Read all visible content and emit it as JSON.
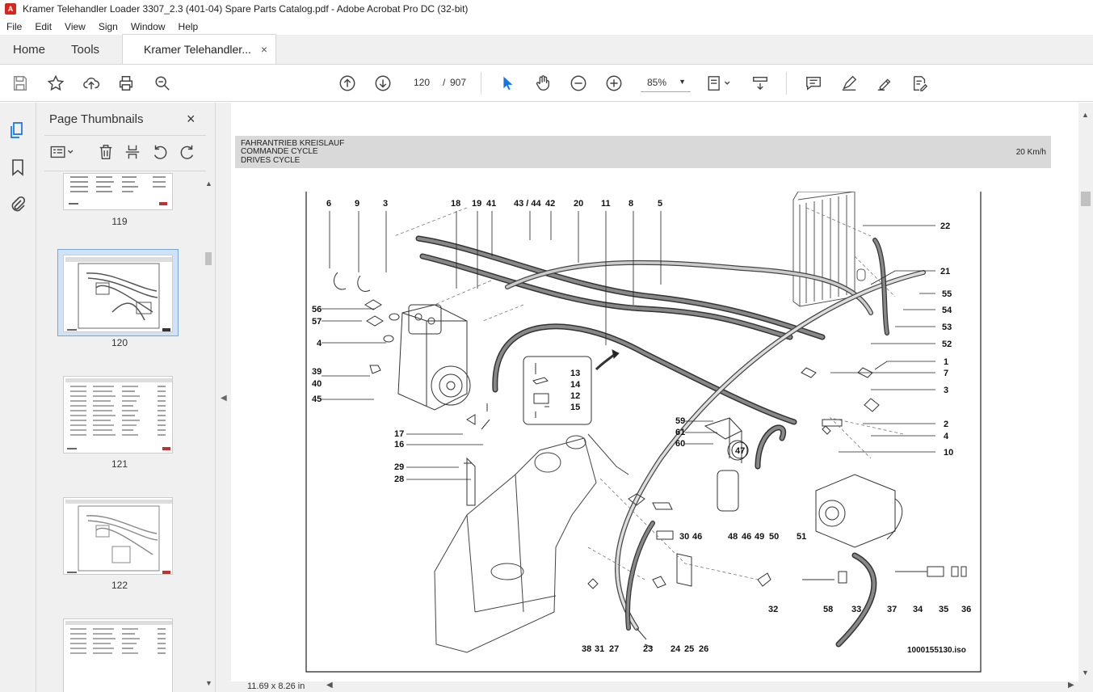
{
  "window": {
    "title": "Kramer Telehandler Loader 3307_2.3 (401-04) Spare Parts Catalog.pdf - Adobe Acrobat Pro DC (32-bit)"
  },
  "menu": [
    "File",
    "Edit",
    "View",
    "Sign",
    "Window",
    "Help"
  ],
  "tabs": {
    "home": "Home",
    "tools": "Tools",
    "document": "Kramer Telehandler...",
    "close_glyph": "×"
  },
  "toolbar": {
    "current_page": "120",
    "page_separator": "/",
    "total_pages": "907",
    "zoom": "85%"
  },
  "panel": {
    "title": "Page Thumbnails",
    "close_glyph": "×",
    "thumbnails": [
      {
        "label": "119"
      },
      {
        "label": "120",
        "selected": true
      },
      {
        "label": "121"
      },
      {
        "label": "122"
      },
      {
        "label": ""
      }
    ]
  },
  "document": {
    "header_line1": "FAHRANTRIEB KREISLAUF",
    "header_line2": "COMMANDE CYCLE",
    "header_line3": "DRIVES CYCLE",
    "header_speed": "20 Km/h",
    "drawing_ref": "1000155130.iso",
    "callouts": [
      "6",
      "9",
      "3",
      "18",
      "19",
      "41",
      "43 / 44",
      "42",
      "20",
      "11",
      "8",
      "5",
      "22",
      "21",
      "55",
      "54",
      "53",
      "52",
      "56",
      "57",
      "4",
      "39",
      "40",
      "45",
      "13",
      "14",
      "12",
      "15",
      "1",
      "7",
      "3",
      "2",
      "4",
      "10",
      "17",
      "16",
      "59",
      "61",
      "60",
      "47",
      "29",
      "28",
      "30",
      "46",
      "48",
      "46",
      "49",
      "50",
      "51",
      "32",
      "58",
      "33",
      "37",
      "34",
      "35",
      "36",
      "38",
      "31",
      "27",
      "23",
      "24",
      "25",
      "26"
    ]
  },
  "status": {
    "page_size": "11.69 x 8.26 in"
  }
}
